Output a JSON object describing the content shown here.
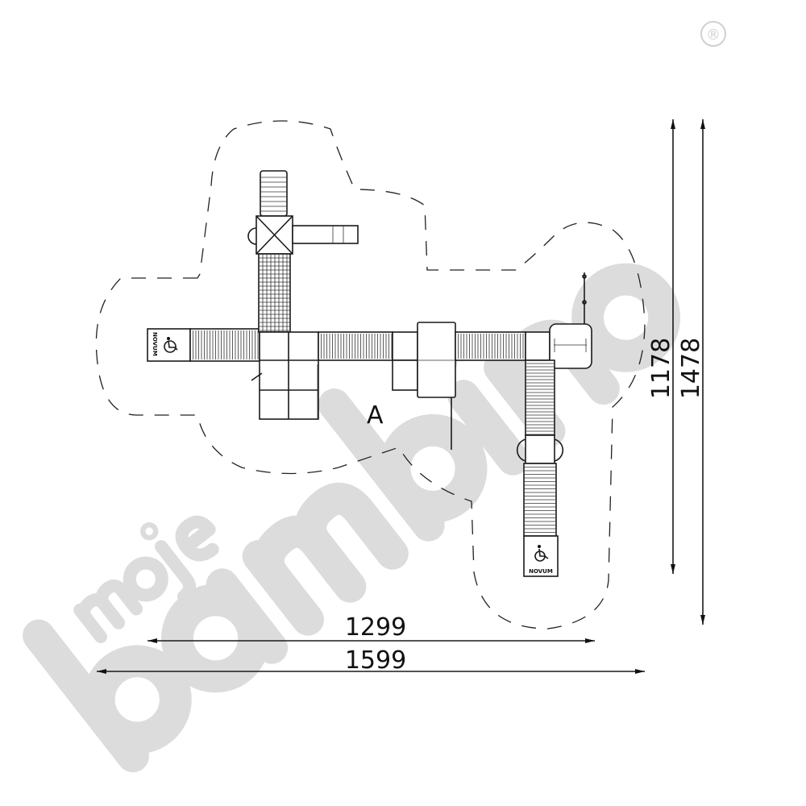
{
  "watermark": {
    "brand_top": "moje",
    "brand_main": "bambino",
    "registered": "®",
    "color": "#dcdcdc"
  },
  "zone_label": "A",
  "ramp_sign_left": "NOVUM",
  "ramp_sign_bottom": "NOVUM",
  "dimensions": {
    "width_inner": "1299",
    "width_outer": "1599",
    "height_inner": "1178",
    "height_outer": "1478"
  },
  "icons": [
    "wheelchair-accessible-icon"
  ]
}
